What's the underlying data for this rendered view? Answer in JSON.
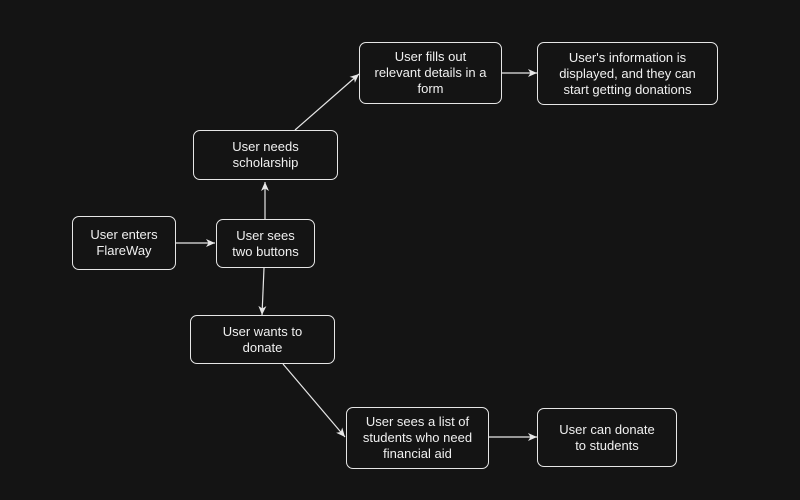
{
  "diagram": {
    "colors": {
      "background": "#141414",
      "stroke": "#e6e6e6",
      "text": "#f0f0f0"
    },
    "nodes": [
      {
        "id": "enter",
        "label": "User enters\nFlareWay"
      },
      {
        "id": "sees-buttons",
        "label": "User sees\ntwo buttons"
      },
      {
        "id": "needs-scholarship",
        "label": "User needs\nscholarship"
      },
      {
        "id": "fills-form",
        "label": "User fills out\nrelevant details in a\nform"
      },
      {
        "id": "info-displayed",
        "label": "User's information is\ndisplayed, and they can\nstart getting donations"
      },
      {
        "id": "wants-donate",
        "label": "User wants to\ndonate"
      },
      {
        "id": "sees-list",
        "label": "User sees a list of\nstudents who need\nfinancial aid"
      },
      {
        "id": "can-donate",
        "label": "User can donate\nto students"
      }
    ],
    "edges": [
      {
        "from": "enter",
        "to": "sees-buttons"
      },
      {
        "from": "sees-buttons",
        "to": "needs-scholarship"
      },
      {
        "from": "needs-scholarship",
        "to": "fills-form"
      },
      {
        "from": "fills-form",
        "to": "info-displayed"
      },
      {
        "from": "sees-buttons",
        "to": "wants-donate"
      },
      {
        "from": "wants-donate",
        "to": "sees-list"
      },
      {
        "from": "sees-list",
        "to": "can-donate"
      }
    ]
  }
}
